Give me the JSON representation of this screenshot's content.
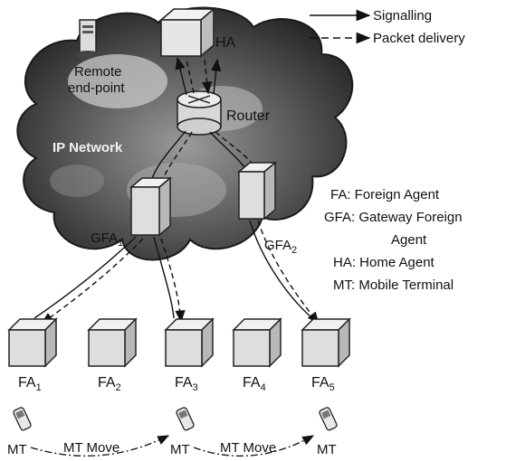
{
  "legend": {
    "signalling_label": "Signalling",
    "packet_delivery_label": "Packet delivery"
  },
  "network": {
    "cloud_label": "IP Network",
    "ha_label": "HA",
    "router_label": "Router",
    "remote_line1": "Remote",
    "remote_line2": "end-point"
  },
  "gateways": [
    {
      "base": "GFA",
      "sub": "1"
    },
    {
      "base": "GFA",
      "sub": "2"
    }
  ],
  "foreign_agents": [
    {
      "base": "FA",
      "sub": "1"
    },
    {
      "base": "FA",
      "sub": "2"
    },
    {
      "base": "FA",
      "sub": "3"
    },
    {
      "base": "FA",
      "sub": "4"
    },
    {
      "base": "FA",
      "sub": "5"
    }
  ],
  "terminals": {
    "mt_label": "MT",
    "move_label": "MT Move"
  },
  "glossary": {
    "fa": "FA: Foreign Agent",
    "gfa_line1": "GFA: Gateway Foreign",
    "gfa_line2": "Agent",
    "ha": "HA: Home Agent",
    "mt": "MT: Mobile Terminal"
  },
  "colors": {
    "cloud_dark": "#2b2b2b",
    "cloud_light": "#d4d4d4",
    "box_face": "#e6e6e6",
    "line": "#111111"
  }
}
